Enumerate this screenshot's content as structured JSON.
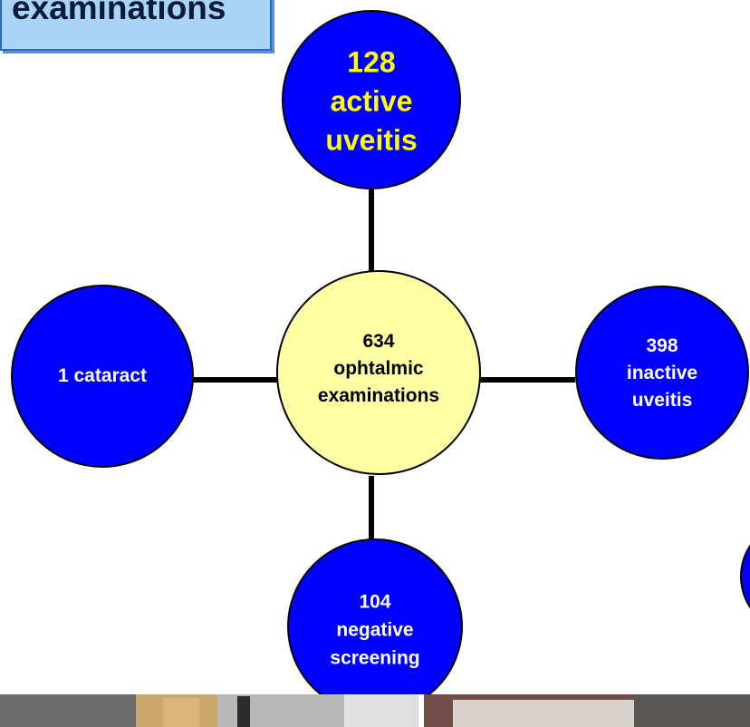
{
  "title": {
    "text": "examinations"
  },
  "diagram": {
    "center": {
      "lines": [
        "634",
        "ophtalmic",
        "examinations"
      ],
      "fill": "#ffffa6"
    },
    "nodes": [
      {
        "id": "active",
        "lines": [
          "128",
          "active",
          "uveitis"
        ],
        "fill": "#0000ff",
        "text_color": "#ffff00"
      },
      {
        "id": "cataract",
        "lines": [
          "1 cataract"
        ],
        "fill": "#0000ff",
        "text_color": "#ffffff"
      },
      {
        "id": "inactive",
        "lines": [
          "398",
          "inactive",
          "uveitis"
        ],
        "fill": "#0000ff",
        "text_color": "#ffffff"
      },
      {
        "id": "negative",
        "lines": [
          "104",
          "negative",
          "screening"
        ],
        "fill": "#0000ff",
        "text_color": "#ffffff"
      }
    ],
    "connector_color": "#000000"
  },
  "colors": {
    "node_blue": "#0000ff",
    "center_yellow": "#ffffa6",
    "title_box": "#a9d4f5",
    "title_border": "#2a66c9"
  }
}
